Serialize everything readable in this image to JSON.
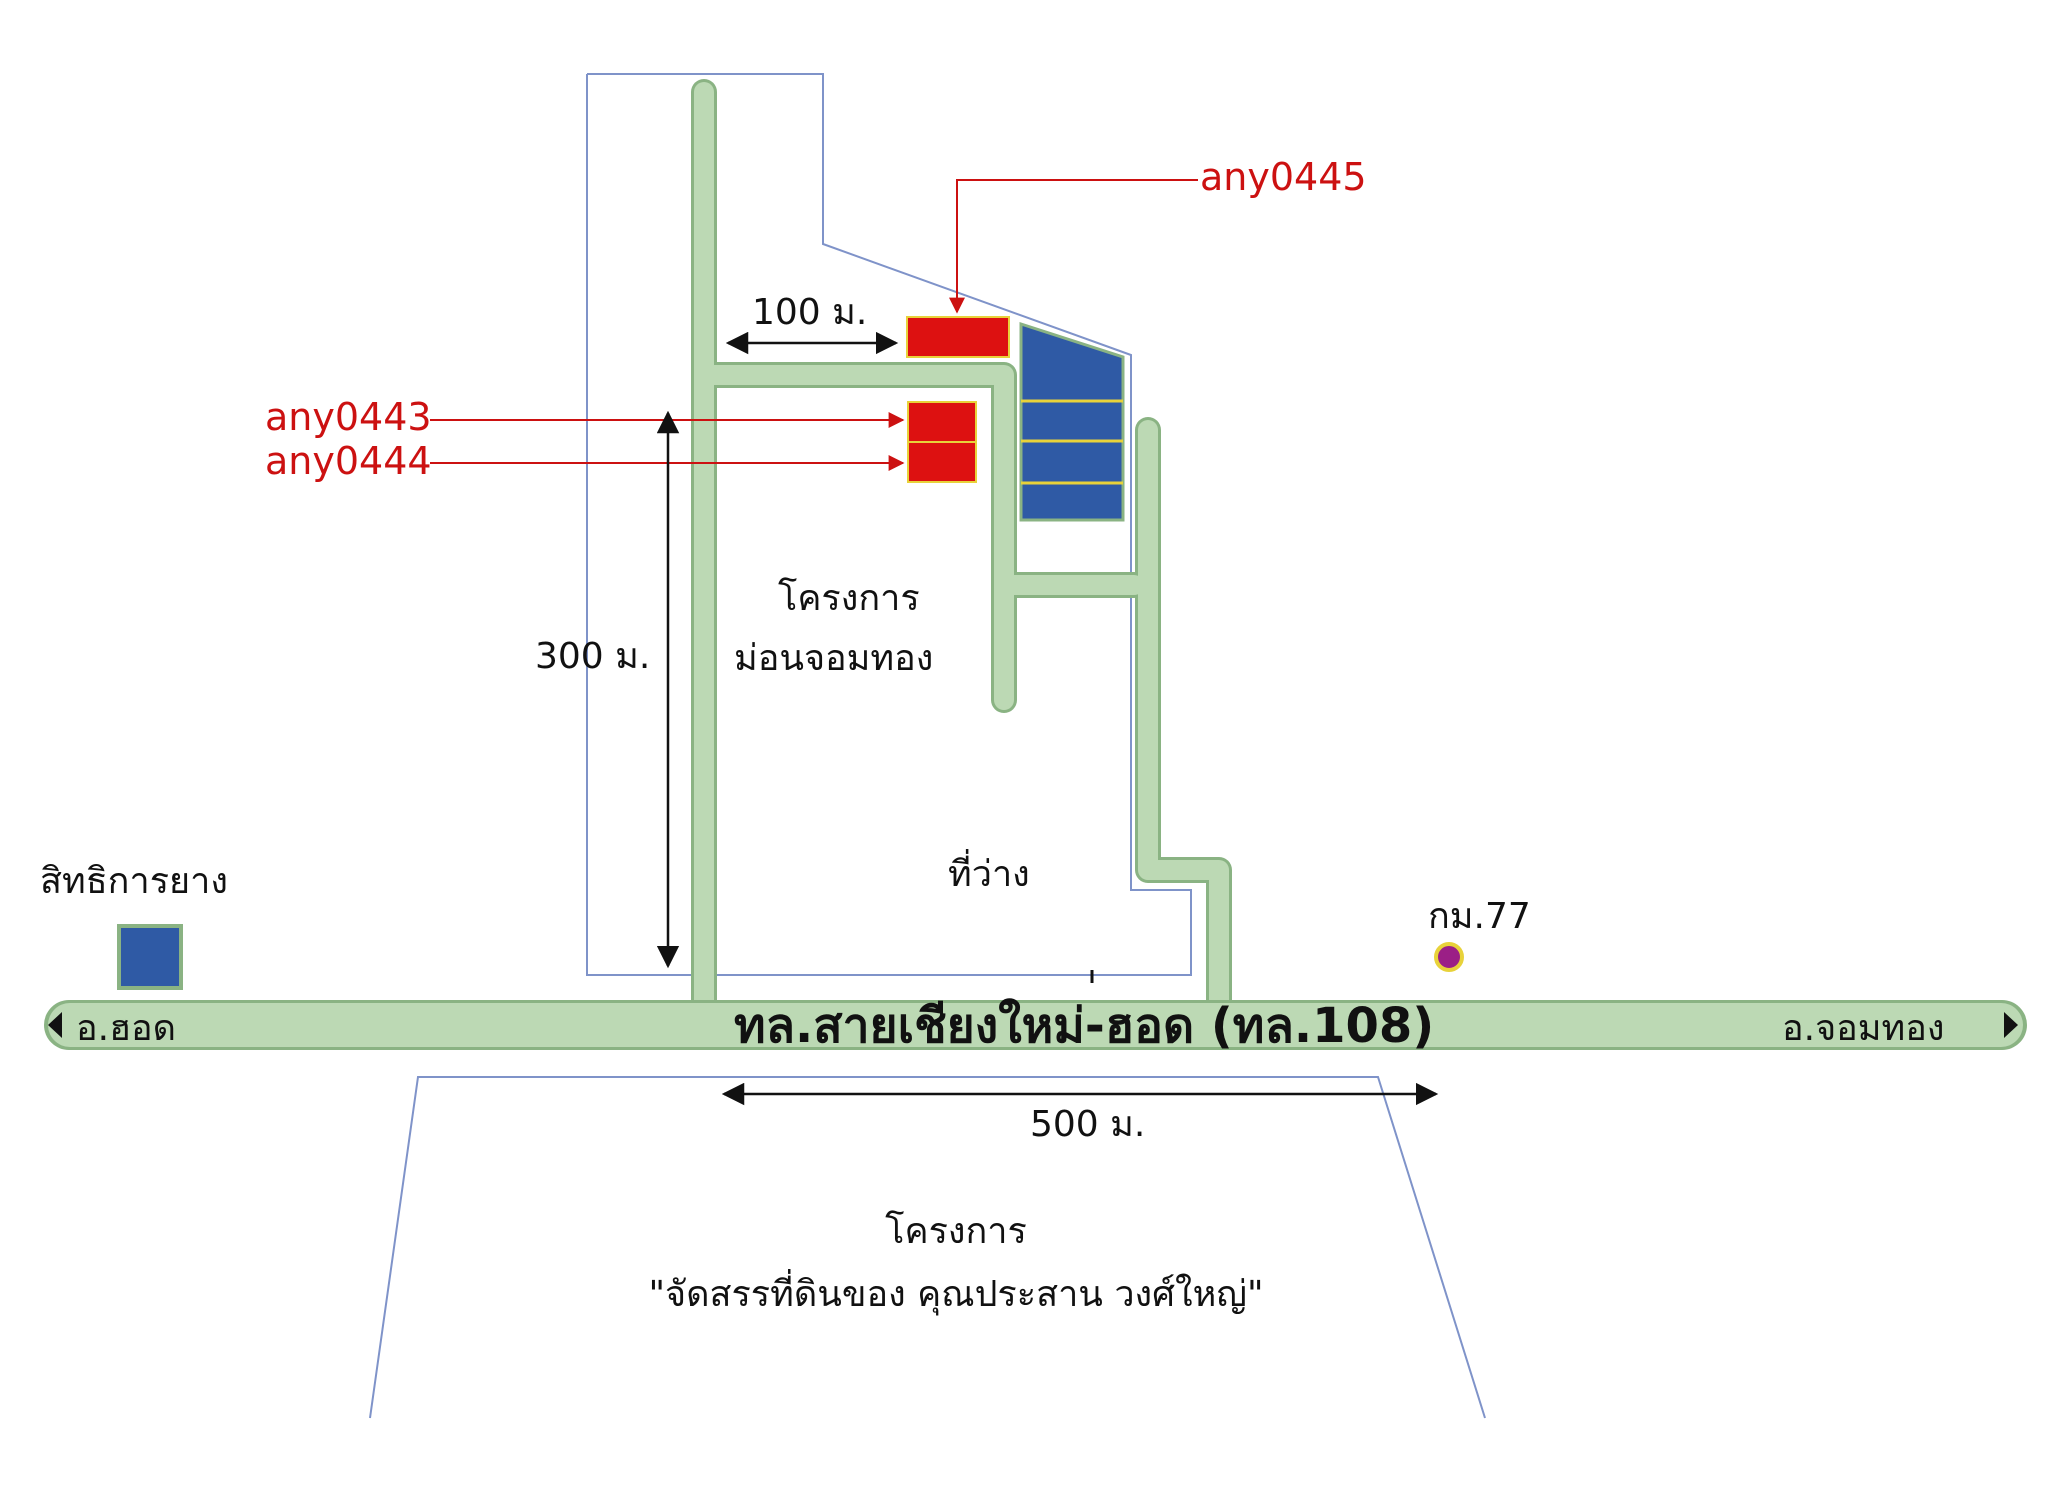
{
  "colors": {
    "road": "#bcd9b4",
    "road_edge": "#8ab383",
    "boundary": "#7f93c9",
    "lot_red": "#dd1111",
    "lot_blue": "#2f5aa5",
    "lot_blue_stripe": "#e8d23a",
    "callout": "#cc1111",
    "landmark_dot": "#9b1f86",
    "landmark_square": "#2f5aa5",
    "dimension": "#111111"
  },
  "labels": {
    "main_road": "ทล.สายเชียงใหม่-ฮอด (ทล.108)",
    "dir_left": "อ.ฮอด",
    "dir_right": "อ.จอมทอง",
    "project_line1": "โครงการ",
    "project_line2": "ม่อนจอมทอง",
    "vacant": "ที่ว่าง",
    "rubber_rights": "สิทธิการยาง",
    "km_marker": "กม.77",
    "south_project_line1": "โครงการ",
    "south_project_line2": "\"จัดสรรที่ดินของ คุณประสาน วงศ์ใหญ่\""
  },
  "dimensions": {
    "width_short": "100 ม.",
    "depth": "300 ม.",
    "frontage": "500 ม."
  },
  "lots": [
    {
      "code": "any0445",
      "color": "red"
    },
    {
      "code": "any0443",
      "color": "red"
    },
    {
      "code": "any0444",
      "color": "red"
    }
  ],
  "icons": {
    "left_arrow": "triangle-left",
    "right_arrow": "triangle-right",
    "km_marker": "circle-dot",
    "rubber_rights": "square"
  }
}
